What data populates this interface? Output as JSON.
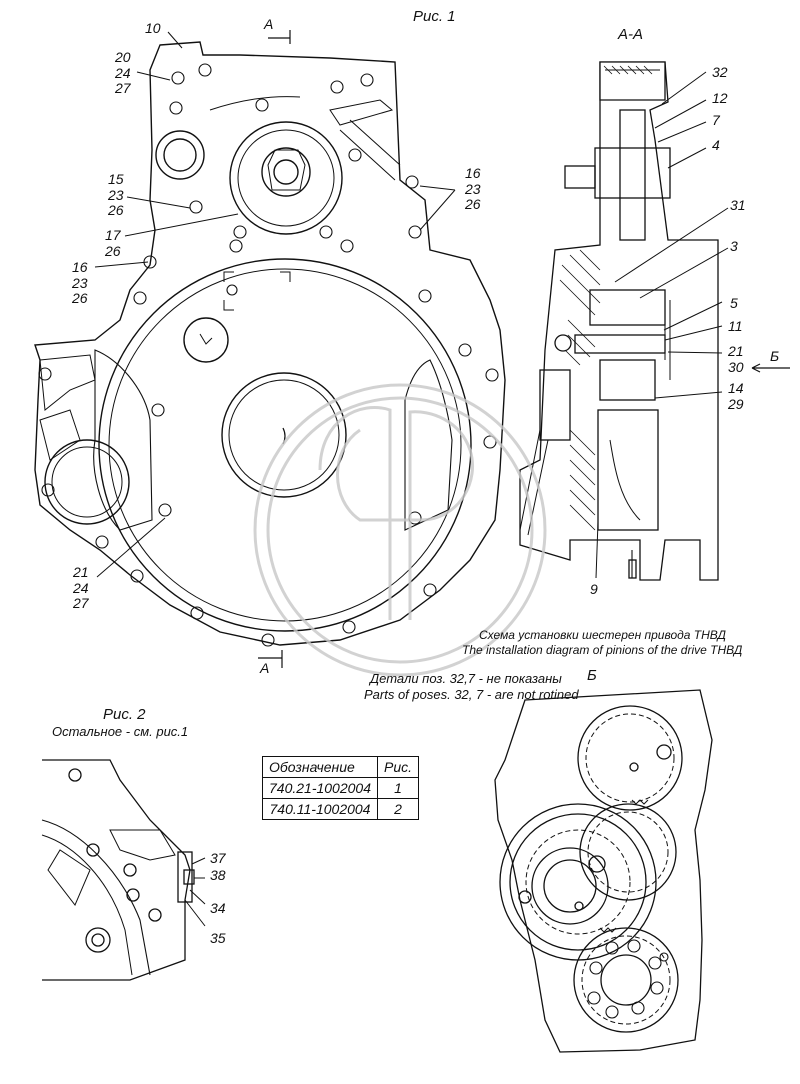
{
  "figure1": {
    "title": "Рис. 1",
    "section_top": "А",
    "section_bottom": "А",
    "labels": {
      "l10": "10",
      "l20_24_27": "20\n24\n27",
      "l15_23_26": "15\n23\n26",
      "l17_26": "17\n26",
      "l16_23_26_left": "16\n23\n26",
      "l16_23_26_right": "16\n23\n26",
      "l21_24_27": "21\n24\n27"
    }
  },
  "section_aa": {
    "title": "А-А",
    "arrow_label": "Б",
    "labels": {
      "l32": "32",
      "l12": "12",
      "l7": "7",
      "l4": "4",
      "l31": "31",
      "l3": "3",
      "l5": "5",
      "l11": "11",
      "l21_30": "21\n30",
      "l14_29": "14\n29",
      "l9": "9"
    },
    "caption_ru": "Схема установки шестерен привода ТНВД",
    "caption_en": "The installation diagram of pinions of the drive ТНВД"
  },
  "note": {
    "ru": "Детали поз. 32,7 - не показаны",
    "en": "Parts of poses. 32, 7 - are not rotined"
  },
  "figure2": {
    "title": "Рис. 2",
    "subtitle": "Остальное - см. рис.1",
    "labels": {
      "l37": "37",
      "l38": "38",
      "l34": "34",
      "l35": "35"
    }
  },
  "view_b": {
    "title": "Б"
  },
  "designation_table": {
    "header": [
      "Обозначение",
      "Рис."
    ],
    "rows": [
      [
        "740.21-1002004",
        "1"
      ],
      [
        "740.11-1002004",
        "2"
      ]
    ]
  },
  "colors": {
    "line": "#111111",
    "watermark": "#c8c8c8"
  }
}
